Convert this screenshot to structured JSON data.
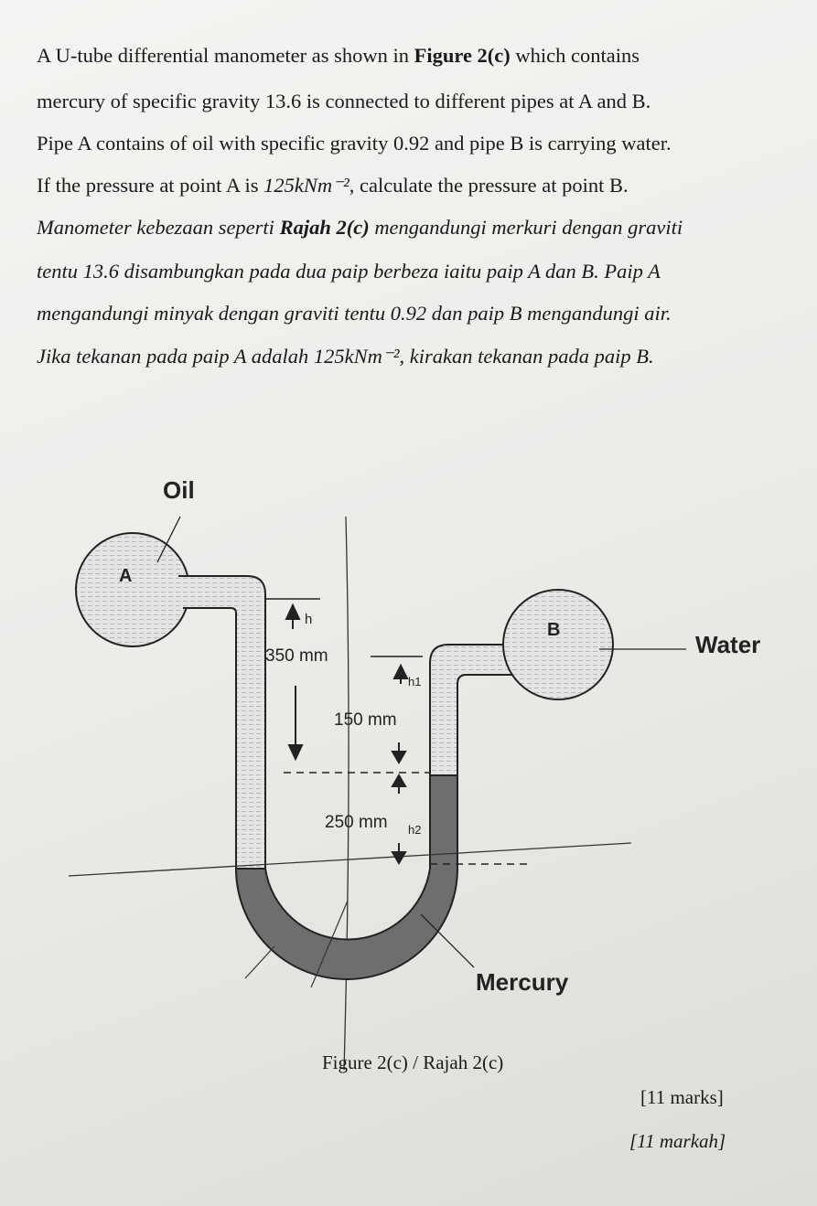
{
  "question_en": [
    [
      "A U-tube differential manometer as shown in ",
      "Figure 2(c)",
      " which contains"
    ],
    [
      "mercury of specific gravity 13.6 is connected to different pipes at A and B.",
      "",
      ""
    ],
    [
      "Pipe A contains of oil with specific gravity 0.92 and pipe B is carrying water.",
      "",
      ""
    ],
    [
      "If the pressure at point A is ",
      "125kNm⁻²",
      ", calculate the pressure at point B."
    ]
  ],
  "question_ms": [
    [
      "Manometer kebezaan seperti ",
      "Rajah 2(c)",
      " mengandungi merkuri dengan graviti"
    ],
    [
      "tentu 13.6 disambungkan pada dua paip berbeza iaitu paip A dan B.  Paip A",
      "",
      ""
    ],
    [
      "mengandungi minyak dengan graviti tentu 0.92 dan paip B mengandungi air.",
      "",
      ""
    ],
    [
      "Jika tekanan pada paip A adalah ",
      "125kNm⁻²",
      ", kirakan tekanan pada paip B."
    ]
  ],
  "diagram": {
    "label_oil": "Oil",
    "label_a": "A",
    "label_b": "B",
    "label_water": "Water",
    "label_mercury": "Mercury",
    "dim_350": "350 mm",
    "dim_150": "150 mm",
    "dim_250": "250 mm",
    "h": "h",
    "h1": "h1",
    "h2": "h2",
    "colors": {
      "fluid_light": "#e2e2e2",
      "mercury": "#6e6e6e"
    }
  },
  "caption": "Figure 2(c) / Rajah 2(c)",
  "marks_en": "[11 marks]",
  "marks_ms": "[11 markah]"
}
